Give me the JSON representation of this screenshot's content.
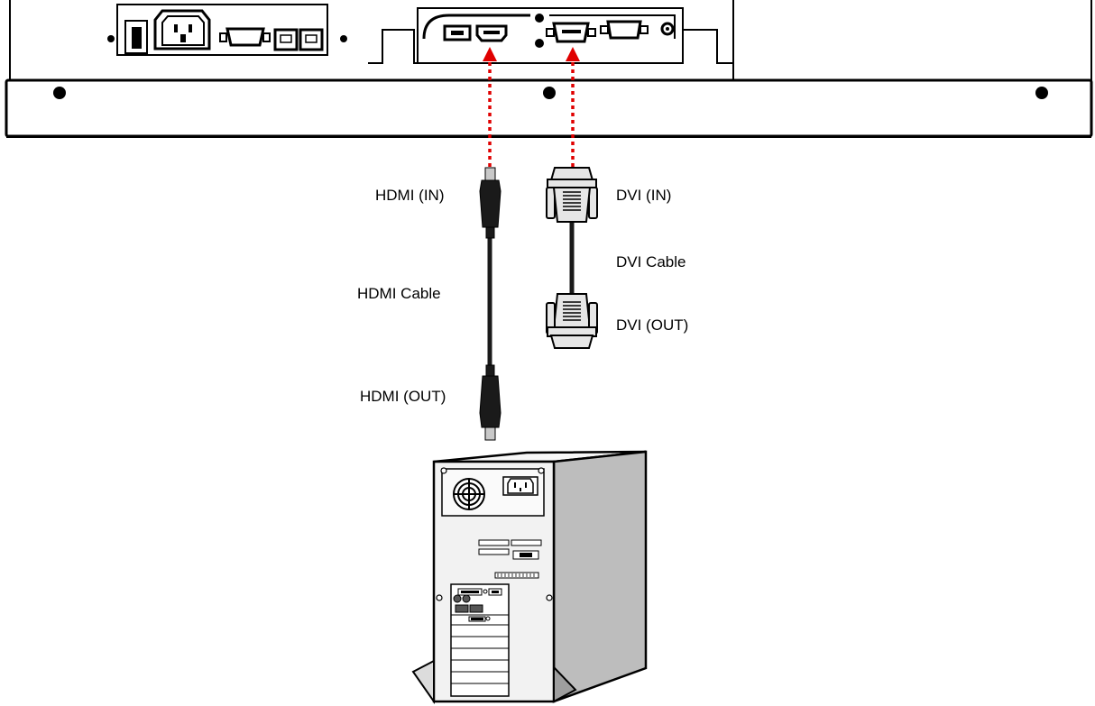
{
  "labels": {
    "hdmi_in": "HDMI (IN)",
    "hdmi_cable": "HDMI Cable",
    "hdmi_out": "HDMI (OUT)",
    "dvi_in": "DVI (IN)",
    "dvi_cable": "DVI Cable",
    "dvi_out": "DVI (OUT)"
  },
  "colors": {
    "outline": "#000000",
    "panel_fill": "#ffffff",
    "connector_dark": "#1a1a1a",
    "connector_tip": "#c8c8c8",
    "dvi_body": "#e6e6e6",
    "pc_front": "#f2f2f2",
    "pc_side": "#bdbdbd",
    "guide_arrow": "#e00000"
  },
  "icons": {
    "monitor": "monitor-rear-panel-icon",
    "computer": "desktop-tower-icon",
    "hdmi_plug": "hdmi-plug-icon",
    "dvi_plug": "dvi-plug-icon"
  }
}
